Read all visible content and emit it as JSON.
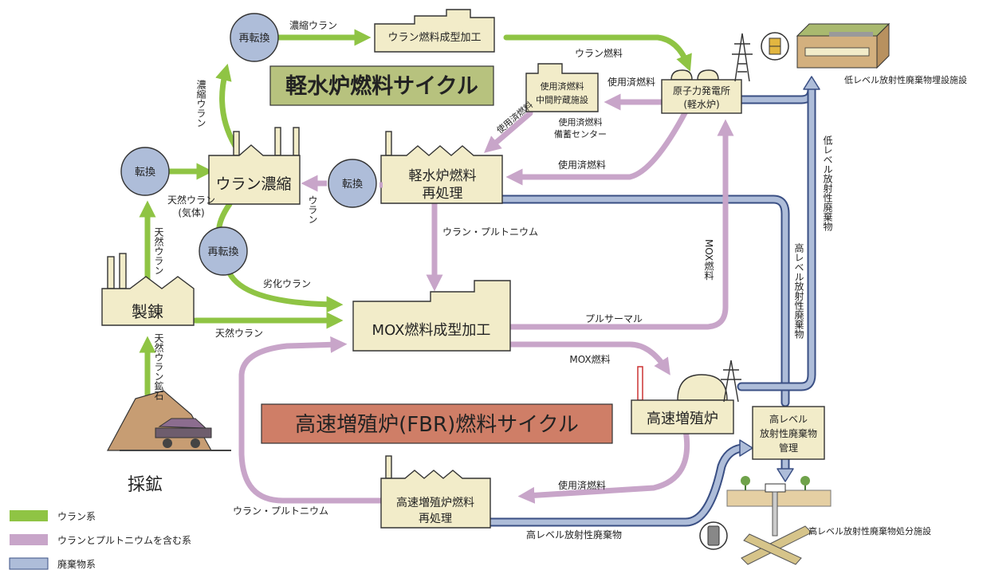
{
  "titles": {
    "lwr_cycle": "軽水炉燃料サイクル",
    "fbr_cycle": "高速増殖炉(FBR)燃料サイクル"
  },
  "colors": {
    "uranium": "#8fc444",
    "pu": "#c8a5c9",
    "waste_fill": "#aebdd9",
    "waste_stroke": "#3a4f84",
    "box_fill": "#f2ecc9",
    "lwr_title_bg": "#b7c27e",
    "fbr_title_bg": "#cf7e67"
  },
  "nodes": {
    "mining": "採鉱",
    "refining": "製錬",
    "conversion": "転換",
    "enrichment": "ウラン濃縮",
    "reconversion_top": "再転換",
    "reconversion_bottom": "再転換",
    "conversion_lwr": "転換",
    "u_fabrication": "ウラン燃料成型加工",
    "npp_line1": "原子力発電所",
    "npp_line2": "(軽水炉)",
    "storage_line1": "使用済燃料",
    "storage_line2": "中間貯蔵施設",
    "lwr_reproc_line1": "軽水炉燃料",
    "lwr_reproc_line2": "再処理",
    "mox_fab": "MOX燃料成型加工",
    "fbr": "高速増殖炉",
    "fbr_reproc_line1": "高速増殖炉燃料",
    "fbr_reproc_line2": "再処理",
    "hlw_mgmt_line1": "高レベル",
    "hlw_mgmt_line2": "放射性廃棄物",
    "hlw_mgmt_line3": "管理",
    "llw_site": "低レベル放射性廃棄物埋設施設",
    "hlw_disposal": "高レベル放射性廃棄物処分施設"
  },
  "flows": {
    "enriched_u": "濃縮ウラン",
    "u_fuel": "ウラン燃料",
    "spent_fuel_a": "使用済燃料",
    "spent_fuel_b": "使用済燃料",
    "spent_fuel_c": "使用済燃料",
    "spent_fuel_d": "使用済燃料",
    "backup_line1": "使用済燃料",
    "backup_line2": "備蓄センター",
    "enriched_u_vert": "濃縮ウラン",
    "natural_u_gas_line1": "天然ウラン",
    "natural_u_gas_line2": "(気体)",
    "natural_u_vert": "天然ウラン",
    "natural_u_ore_vert": "天然ウラン鉱石",
    "uranium_vert": "ウラン",
    "u_pu": "ウラン・プルトニウム",
    "u_pu_bottom": "ウラン・プルトニウム",
    "depleted_u": "劣化ウラン",
    "natural_u": "天然ウラン",
    "pluthermal": "プルサーマル",
    "mox_fuel": "MOX燃料",
    "mox_fuel_vert": "MOX燃料",
    "llw_vert": "低レベル放射性廃棄物",
    "hlw_vert": "高レベル放射性廃棄物",
    "hlw_bottom": "高レベル放射性廃棄物"
  },
  "legend": {
    "uranium": "ウラン系",
    "u_pu": "ウランとプルトニウムを含む系",
    "waste": "廃棄物系"
  }
}
